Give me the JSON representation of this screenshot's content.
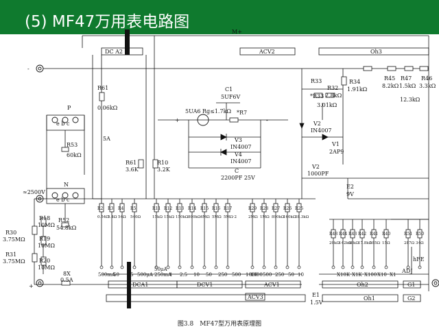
{
  "header": {
    "title": "(5) MF47万用表电路图",
    "color": "#0f7a2e"
  },
  "caption": "图3.8　MF47型万用表原理图",
  "labels": {
    "mplus": "M+",
    "dca2": "DC  A2",
    "acv2": "ACV2",
    "oh3": "Oh3",
    "minus": "-",
    "r61a": "R61",
    "r61a_v": "0.06kΩ",
    "a5": "5A",
    "c1": "C1",
    "c1_v": "5UF6V",
    "meter": "5UA6 Rg≤1.7kΩ",
    "r7": "*R7",
    "plus_sign": "+",
    "minus_sign": "-",
    "r33": "R33",
    "r33s": "*R33",
    "r32": "R32",
    "r32_v": "2.8kΩ",
    "r33_v": "3.01kΩ",
    "r34": "R34",
    "r34_v": "1.91kΩ",
    "r45": "R45",
    "r45_v": "8.2kΩ",
    "r47": "R47",
    "r47_v": "1.5kΩ",
    "r46": "R46",
    "r46_v": "3.3kΩ",
    "r12k": "12.3kΩ",
    "v2a": "V2",
    "v2a_v": "IN4007",
    "v1": "V1",
    "v1_v": "2AP9",
    "v3": "V3",
    "v3_v": "IN4007",
    "v4": "V4",
    "v4_v": "IN4007",
    "cc": "C",
    "cc_v": "2200PF 25V",
    "p": "P",
    "ebc": "e  b  c",
    "r53": "R53",
    "r53_v": "60kΩ",
    "n": "N",
    "r52": "R52",
    "r52_v": "54.8kΩ",
    "r61b": "R61",
    "r61b_v": "3.6K",
    "r10": "R10",
    "r10_v": "3.2K",
    "v2b": "V2",
    "v2b_v": "1000PF",
    "e2": "E2",
    "e2_v": "9V",
    "v2500": "≈2500V",
    "r18": "R18",
    "r18_v": "10MΩ",
    "r19": "R19",
    "r19_v": "10MΩ",
    "r20": "R20",
    "r20_v": "10MΩ",
    "r30": "R30",
    "r30_v": "3.75MΩ",
    "r31": "R31",
    "r31_v": "3.75MΩ",
    "f8x": "8X",
    "f05": "0.5A",
    "plus_term": "+",
    "e1": "E1",
    "e1_v": "1.5V",
    "adj": "ADJ",
    "hfe": "hFE",
    "dca1": "DCA1",
    "dcv1": "DCV1",
    "acv1": "ACV1",
    "oh2": "Oh2",
    "oh1": "Oh1",
    "g1": "G1",
    "g2": "G2",
    "acv3": "ACV3"
  },
  "resistors_a": [
    {
      "n": "R2",
      "v": "0.54Ω"
    },
    {
      "n": "R3",
      "v": "5.4Ω"
    },
    {
      "n": "R4",
      "v": "54Ω"
    },
    {
      "n": "R5",
      "v": "540Ω"
    },
    {
      "n": "R11",
      "v": "15kΩ"
    },
    {
      "n": "R12",
      "v": "15kΩ"
    },
    {
      "n": "R13",
      "v": "150kΩ"
    },
    {
      "n": "R14",
      "v": "800kΩ"
    },
    {
      "n": "R15",
      "v": "4MΩ"
    },
    {
      "n": "R16",
      "v": "5MΩ"
    },
    {
      "n": "R17",
      "v": "5MΩ·2"
    },
    {
      "n": "R29",
      "v": "2MΩ"
    },
    {
      "n": "R28",
      "v": "1MΩ"
    },
    {
      "n": "R27",
      "v": "890kΩ"
    },
    {
      "n": "R26",
      "v": "160kΩ"
    },
    {
      "n": "R25",
      "v": "38.3kΩ"
    }
  ],
  "resistors_b": [
    {
      "n": "R48",
      "v": "20kΩ"
    },
    {
      "n": "R44",
      "v": "142kΩ"
    },
    {
      "n": "R43",
      "v": "60kΩ"
    },
    {
      "n": "R42",
      "v": "17.8kΩ"
    },
    {
      "n": "R41",
      "v": "185Ω"
    },
    {
      "n": "R40",
      "v": "15Ω"
    },
    {
      "n": "R51",
      "v": "287Ω"
    },
    {
      "n": "R50",
      "v": "34Ω"
    }
  ],
  "scale_dca": [
    "500mA",
    "50",
    "5",
    "500μA",
    "50μA\n250mA"
  ],
  "scale_dcv": [
    "1",
    "2.5",
    "10",
    "50",
    "250",
    "500",
    "1000"
  ],
  "scale_acv": [
    "1000",
    "500",
    "250",
    "50",
    "10"
  ],
  "scale_oh": [
    "X10K",
    "X1K",
    "X100",
    "X10",
    "X1"
  ]
}
